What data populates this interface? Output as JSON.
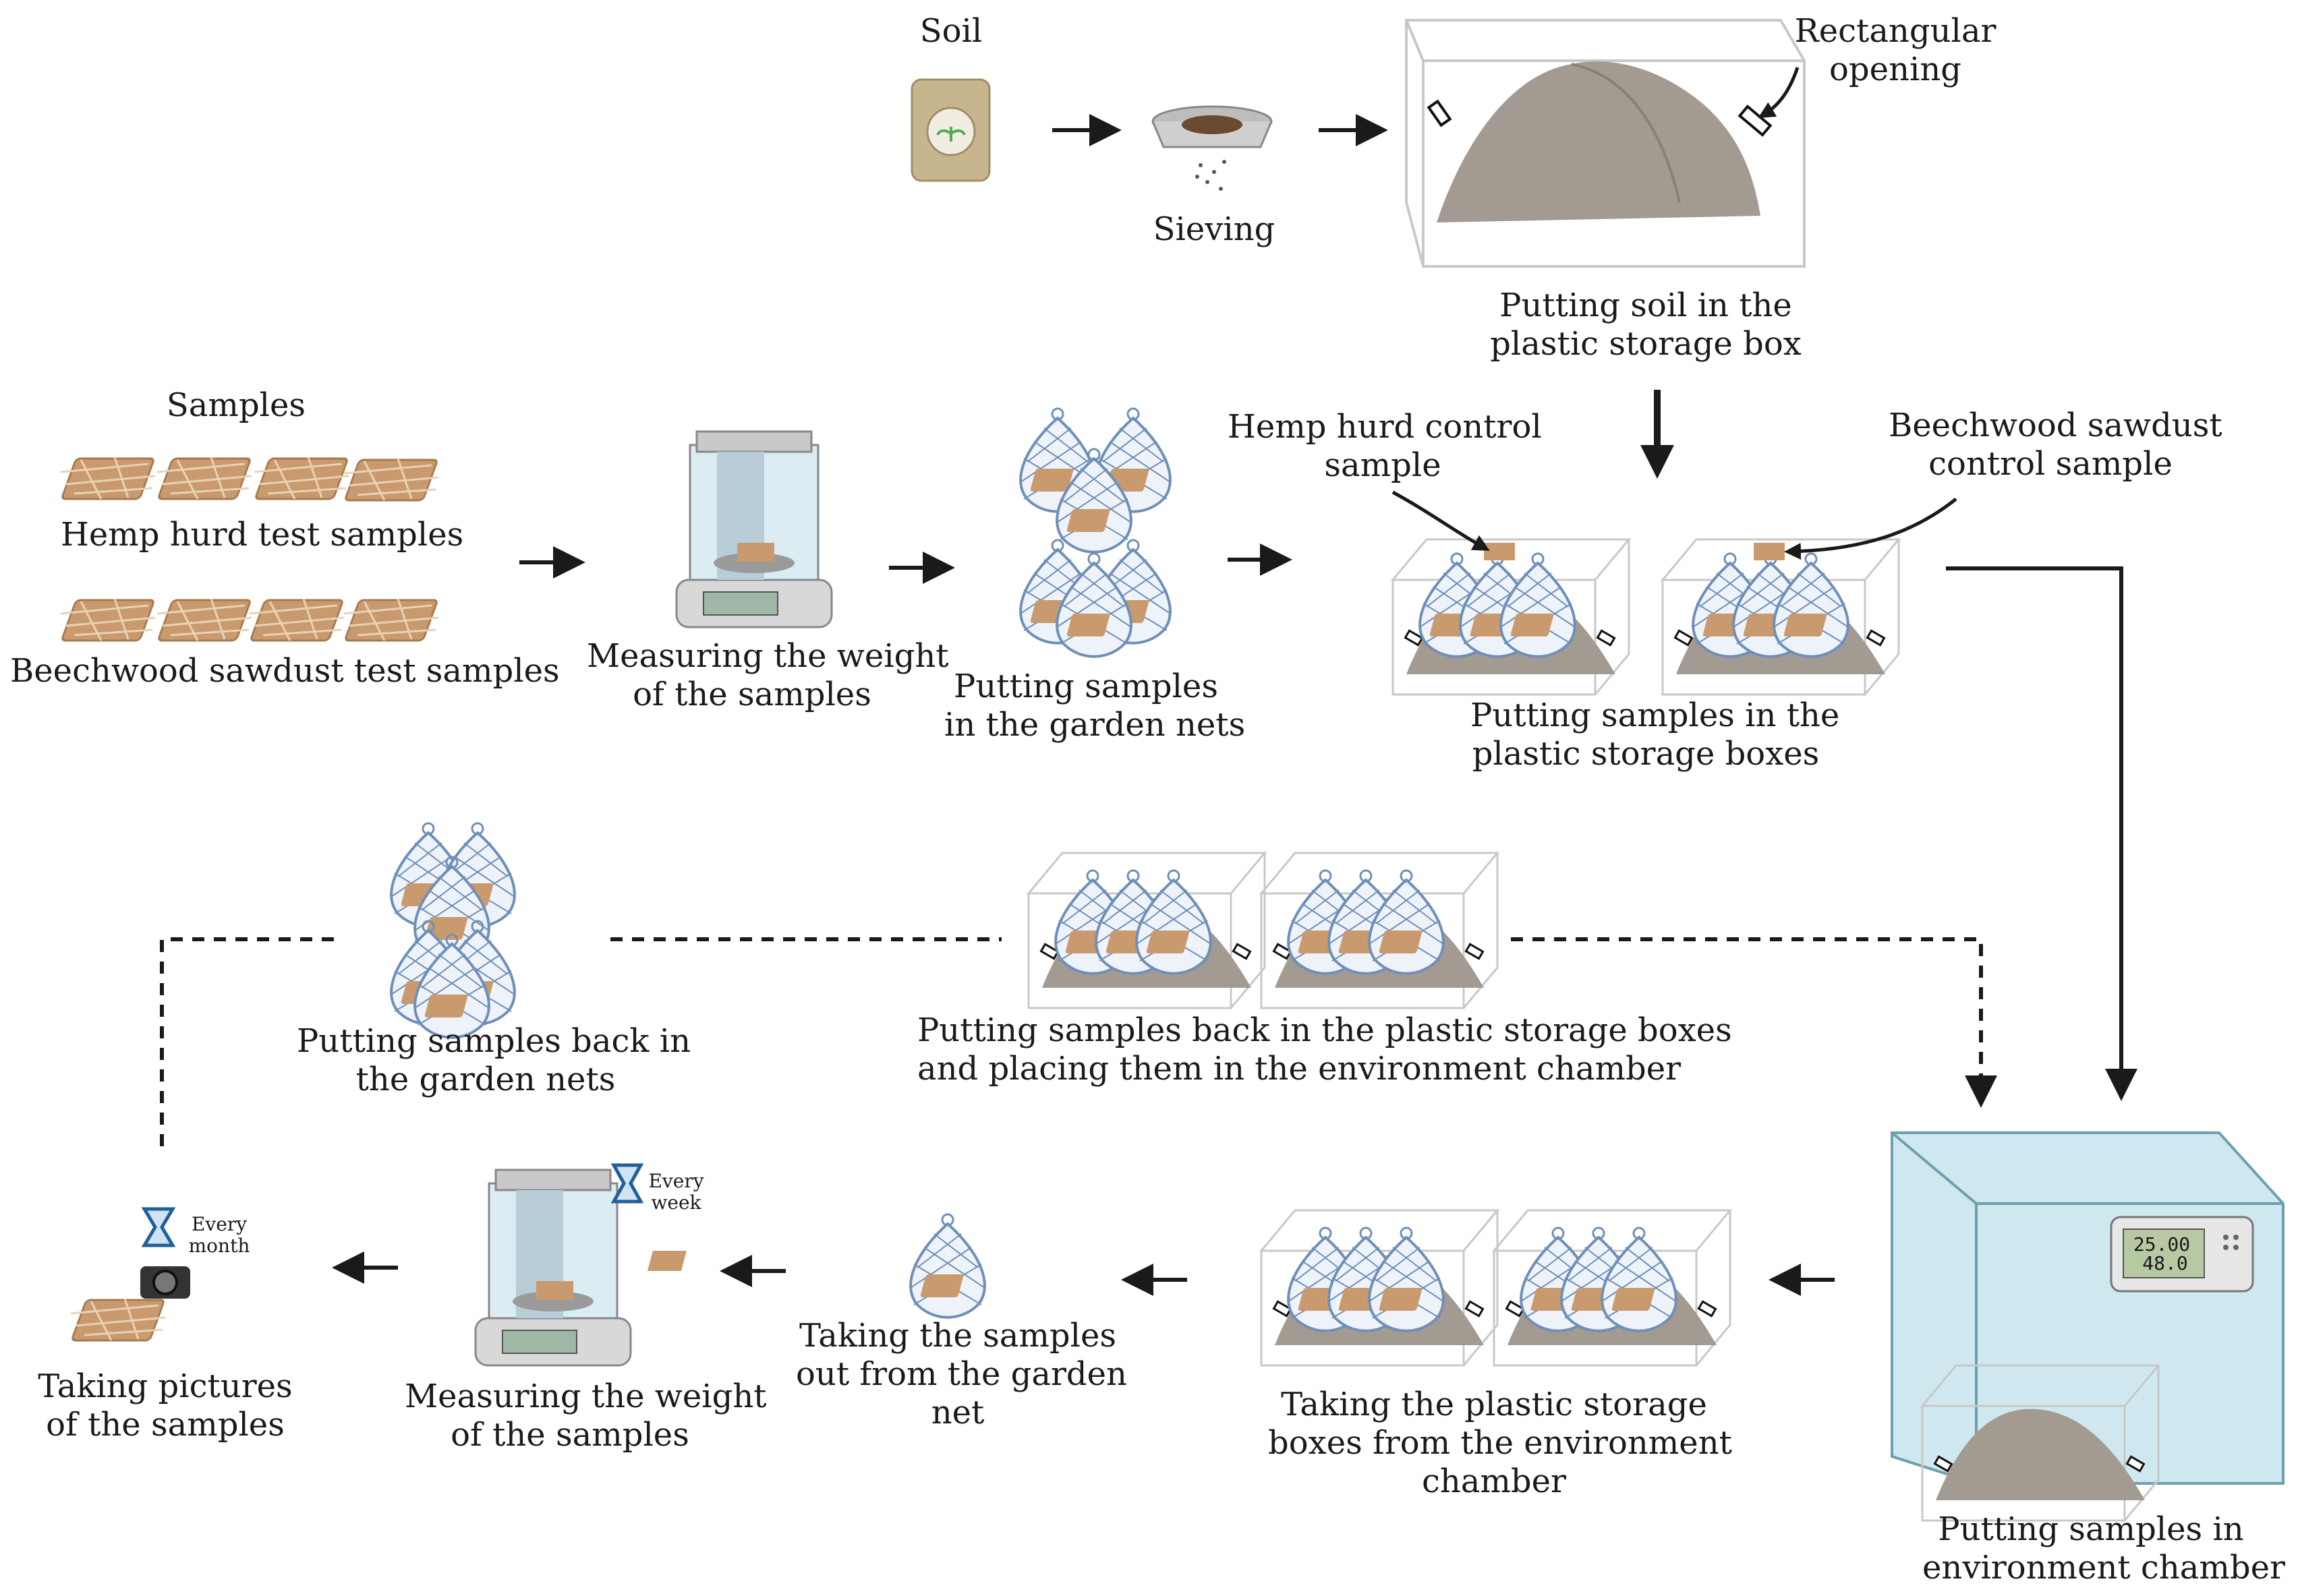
{
  "labels": {
    "soil": "Soil",
    "sieving": "Sieving",
    "rectangular_opening": [
      "Rectangular",
      "opening"
    ],
    "putting_soil": [
      "Putting soil in the",
      "plastic storage box"
    ],
    "samples": "Samples",
    "hemp_test": "Hemp hurd test samples",
    "beech_test": "Beechwood sawdust test samples",
    "measuring_1": [
      "Measuring the weight",
      "of the samples"
    ],
    "putting_nets": [
      "Putting samples",
      "in the garden nets"
    ],
    "hemp_control": [
      "Hemp hurd control",
      "sample"
    ],
    "beech_control": [
      "Beechwood sawdust",
      "control sample"
    ],
    "putting_boxes": [
      "Putting samples in the",
      "plastic storage boxes"
    ],
    "back_nets": [
      "Putting samples back in",
      "the garden nets"
    ],
    "back_boxes": [
      "Putting samples back in the plastic storage boxes",
      "and placing them in the environment chamber"
    ],
    "chamber": [
      "Putting samples in",
      "environment chamber"
    ],
    "taking_boxes": [
      "Taking the plastic storage",
      "boxes from the environment",
      "chamber"
    ],
    "taking_out": [
      "Taking the samples",
      "out from the garden",
      "net"
    ],
    "measuring_2": [
      "Measuring the weight",
      "of the samples"
    ],
    "pictures": [
      "Taking pictures",
      "of the samples"
    ],
    "every_week": [
      "Every",
      "week"
    ],
    "every_month": [
      "Every",
      "month"
    ],
    "display_temp": "25.00",
    "display_hum": "48.0"
  },
  "colors": {
    "soil": "#a39a92",
    "soil_dark": "#8a8079",
    "sample": "#c99a6d",
    "net": "#6f8fb8",
    "chamber": "#cfe8ef",
    "box_edge": "#c8c8c8",
    "arrow": "#1a1a1a",
    "bag": "#c7b58e"
  }
}
